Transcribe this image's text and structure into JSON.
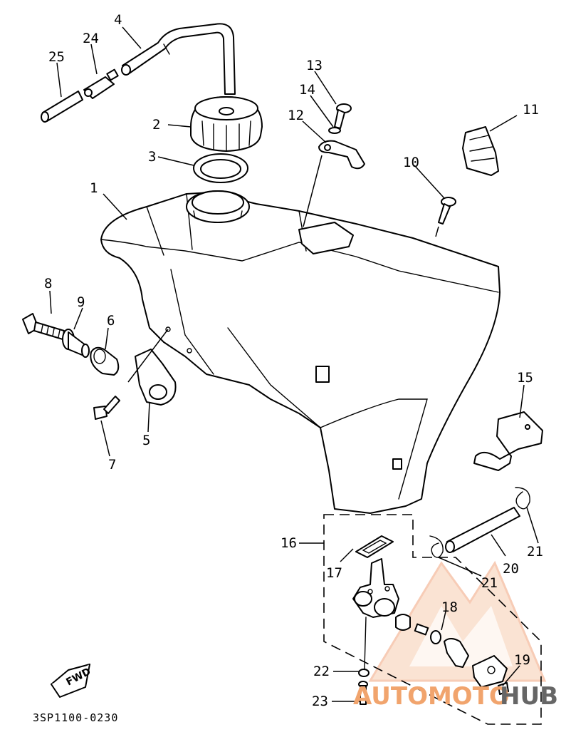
{
  "diagram": {
    "code": "3SP1100-0230",
    "fwd_label": "FWD",
    "callouts": [
      {
        "id": "1",
        "label": "1"
      },
      {
        "id": "2",
        "label": "2"
      },
      {
        "id": "3",
        "label": "3"
      },
      {
        "id": "4",
        "label": "4"
      },
      {
        "id": "5",
        "label": "5"
      },
      {
        "id": "6",
        "label": "6"
      },
      {
        "id": "7",
        "label": "7"
      },
      {
        "id": "8",
        "label": "8"
      },
      {
        "id": "9",
        "label": "9"
      },
      {
        "id": "10",
        "label": "10"
      },
      {
        "id": "11",
        "label": "11"
      },
      {
        "id": "12",
        "label": "12"
      },
      {
        "id": "13",
        "label": "13"
      },
      {
        "id": "14",
        "label": "14"
      },
      {
        "id": "15",
        "label": "15"
      },
      {
        "id": "16",
        "label": "16"
      },
      {
        "id": "17",
        "label": "17"
      },
      {
        "id": "18",
        "label": "18"
      },
      {
        "id": "19",
        "label": "19"
      },
      {
        "id": "20",
        "label": "20"
      },
      {
        "id": "21a",
        "label": "21"
      },
      {
        "id": "21b",
        "label": "21"
      },
      {
        "id": "22",
        "label": "22"
      },
      {
        "id": "23",
        "label": "23"
      },
      {
        "id": "24",
        "label": "24"
      },
      {
        "id": "25",
        "label": "25"
      }
    ]
  },
  "watermark": {
    "part1": "AUTOMOTO",
    "part2": "HUB",
    "colors": {
      "accent": "#f1a46d",
      "dark": "#666666"
    }
  }
}
